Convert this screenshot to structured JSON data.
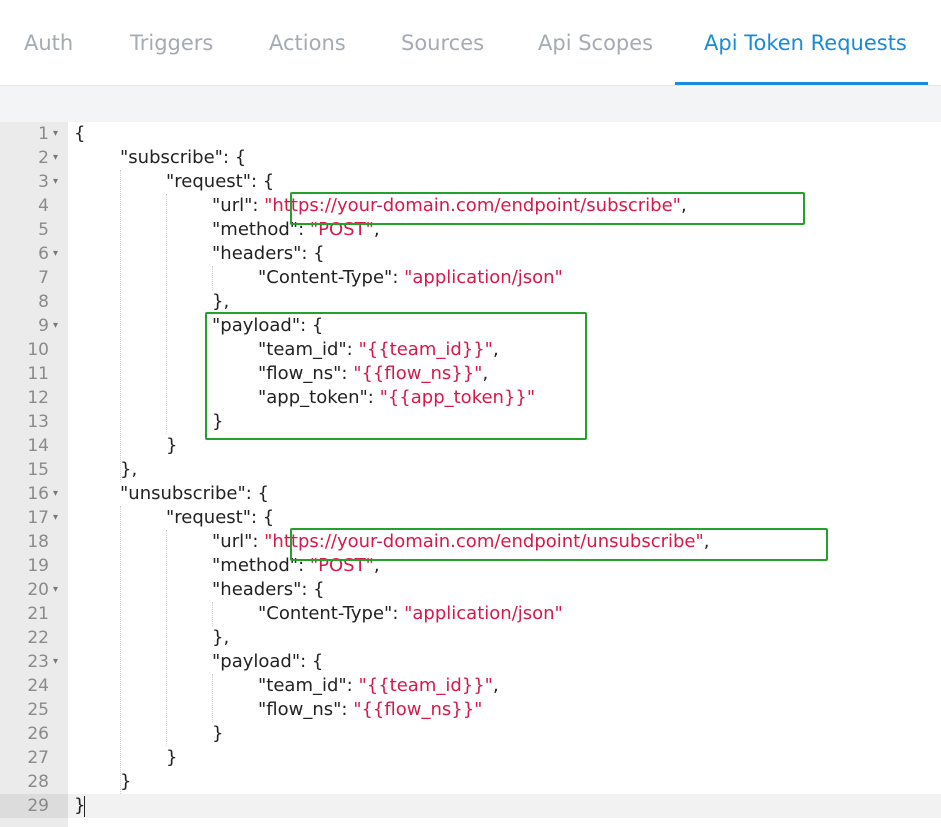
{
  "tabs": [
    {
      "label": "Auth",
      "active": false
    },
    {
      "label": "Triggers",
      "active": false
    },
    {
      "label": "Actions",
      "active": false
    },
    {
      "label": "Sources",
      "active": false
    },
    {
      "label": "Api Scopes",
      "active": false
    },
    {
      "label": "Api Token Requests",
      "active": true
    }
  ],
  "colors": {
    "accent": "#1a8bd8",
    "string": "#d8184a",
    "highlight_box": "#23a12a"
  },
  "editor": {
    "language": "json",
    "active_line": 29,
    "lines": [
      {
        "n": "1",
        "fold": true,
        "tokens": [
          [
            "k",
            "{"
          ]
        ]
      },
      {
        "n": "2",
        "fold": true,
        "tokens": [
          [
            "k",
            "\"subscribe\": {"
          ]
        ]
      },
      {
        "n": "3",
        "fold": true,
        "tokens": [
          [
            "k",
            "\"request\": {"
          ]
        ]
      },
      {
        "n": "4",
        "fold": false,
        "tokens": [
          [
            "k",
            "\"url\": "
          ],
          [
            "s",
            "\"https://your-domain.com/endpoint/subscribe\""
          ],
          [
            "k",
            ","
          ]
        ]
      },
      {
        "n": "5",
        "fold": false,
        "tokens": [
          [
            "k",
            "\"method\": "
          ],
          [
            "s",
            "\"POST\""
          ],
          [
            "k",
            ","
          ]
        ]
      },
      {
        "n": "6",
        "fold": true,
        "tokens": [
          [
            "k",
            "\"headers\": {"
          ]
        ]
      },
      {
        "n": "7",
        "fold": false,
        "tokens": [
          [
            "k",
            "\"Content-Type\": "
          ],
          [
            "s",
            "\"application/json\""
          ]
        ]
      },
      {
        "n": "8",
        "fold": false,
        "tokens": [
          [
            "k",
            "},"
          ]
        ]
      },
      {
        "n": "9",
        "fold": true,
        "tokens": [
          [
            "k",
            "\"payload\": {"
          ]
        ]
      },
      {
        "n": "10",
        "fold": false,
        "tokens": [
          [
            "k",
            "\"team_id\": "
          ],
          [
            "s",
            "\"{{team_id}}\""
          ],
          [
            "k",
            ","
          ]
        ]
      },
      {
        "n": "11",
        "fold": false,
        "tokens": [
          [
            "k",
            "\"flow_ns\": "
          ],
          [
            "s",
            "\"{{flow_ns}}\""
          ],
          [
            "k",
            ","
          ]
        ]
      },
      {
        "n": "12",
        "fold": false,
        "tokens": [
          [
            "k",
            "\"app_token\": "
          ],
          [
            "s",
            "\"{{app_token}}\""
          ]
        ]
      },
      {
        "n": "13",
        "fold": false,
        "tokens": [
          [
            "k",
            "}"
          ]
        ]
      },
      {
        "n": "14",
        "fold": false,
        "tokens": [
          [
            "k",
            "}"
          ]
        ]
      },
      {
        "n": "15",
        "fold": false,
        "tokens": [
          [
            "k",
            "},"
          ]
        ]
      },
      {
        "n": "16",
        "fold": true,
        "tokens": [
          [
            "k",
            "\"unsubscribe\": {"
          ]
        ]
      },
      {
        "n": "17",
        "fold": true,
        "tokens": [
          [
            "k",
            "\"request\": {"
          ]
        ]
      },
      {
        "n": "18",
        "fold": false,
        "tokens": [
          [
            "k",
            "\"url\": "
          ],
          [
            "s",
            "\"https://your-domain.com/endpoint/unsubscribe\""
          ],
          [
            "k",
            ","
          ]
        ]
      },
      {
        "n": "19",
        "fold": false,
        "tokens": [
          [
            "k",
            "\"method\": "
          ],
          [
            "s",
            "\"POST\""
          ],
          [
            "k",
            ","
          ]
        ]
      },
      {
        "n": "20",
        "fold": true,
        "tokens": [
          [
            "k",
            "\"headers\": {"
          ]
        ]
      },
      {
        "n": "21",
        "fold": false,
        "tokens": [
          [
            "k",
            "\"Content-Type\": "
          ],
          [
            "s",
            "\"application/json\""
          ]
        ]
      },
      {
        "n": "22",
        "fold": false,
        "tokens": [
          [
            "k",
            "},"
          ]
        ]
      },
      {
        "n": "23",
        "fold": true,
        "tokens": [
          [
            "k",
            "\"payload\": {"
          ]
        ]
      },
      {
        "n": "24",
        "fold": false,
        "tokens": [
          [
            "k",
            "\"team_id\": "
          ],
          [
            "s",
            "\"{{team_id}}\""
          ],
          [
            "k",
            ","
          ]
        ]
      },
      {
        "n": "25",
        "fold": false,
        "tokens": [
          [
            "k",
            "\"flow_ns\": "
          ],
          [
            "s",
            "\"{{flow_ns}}\""
          ]
        ]
      },
      {
        "n": "26",
        "fold": false,
        "tokens": [
          [
            "k",
            "}"
          ]
        ]
      },
      {
        "n": "27",
        "fold": false,
        "tokens": [
          [
            "k",
            "}"
          ]
        ]
      },
      {
        "n": "28",
        "fold": false,
        "tokens": [
          [
            "k",
            "}"
          ]
        ]
      },
      {
        "n": "29",
        "fold": false,
        "tokens": [
          [
            "k",
            "}"
          ]
        ]
      }
    ]
  }
}
